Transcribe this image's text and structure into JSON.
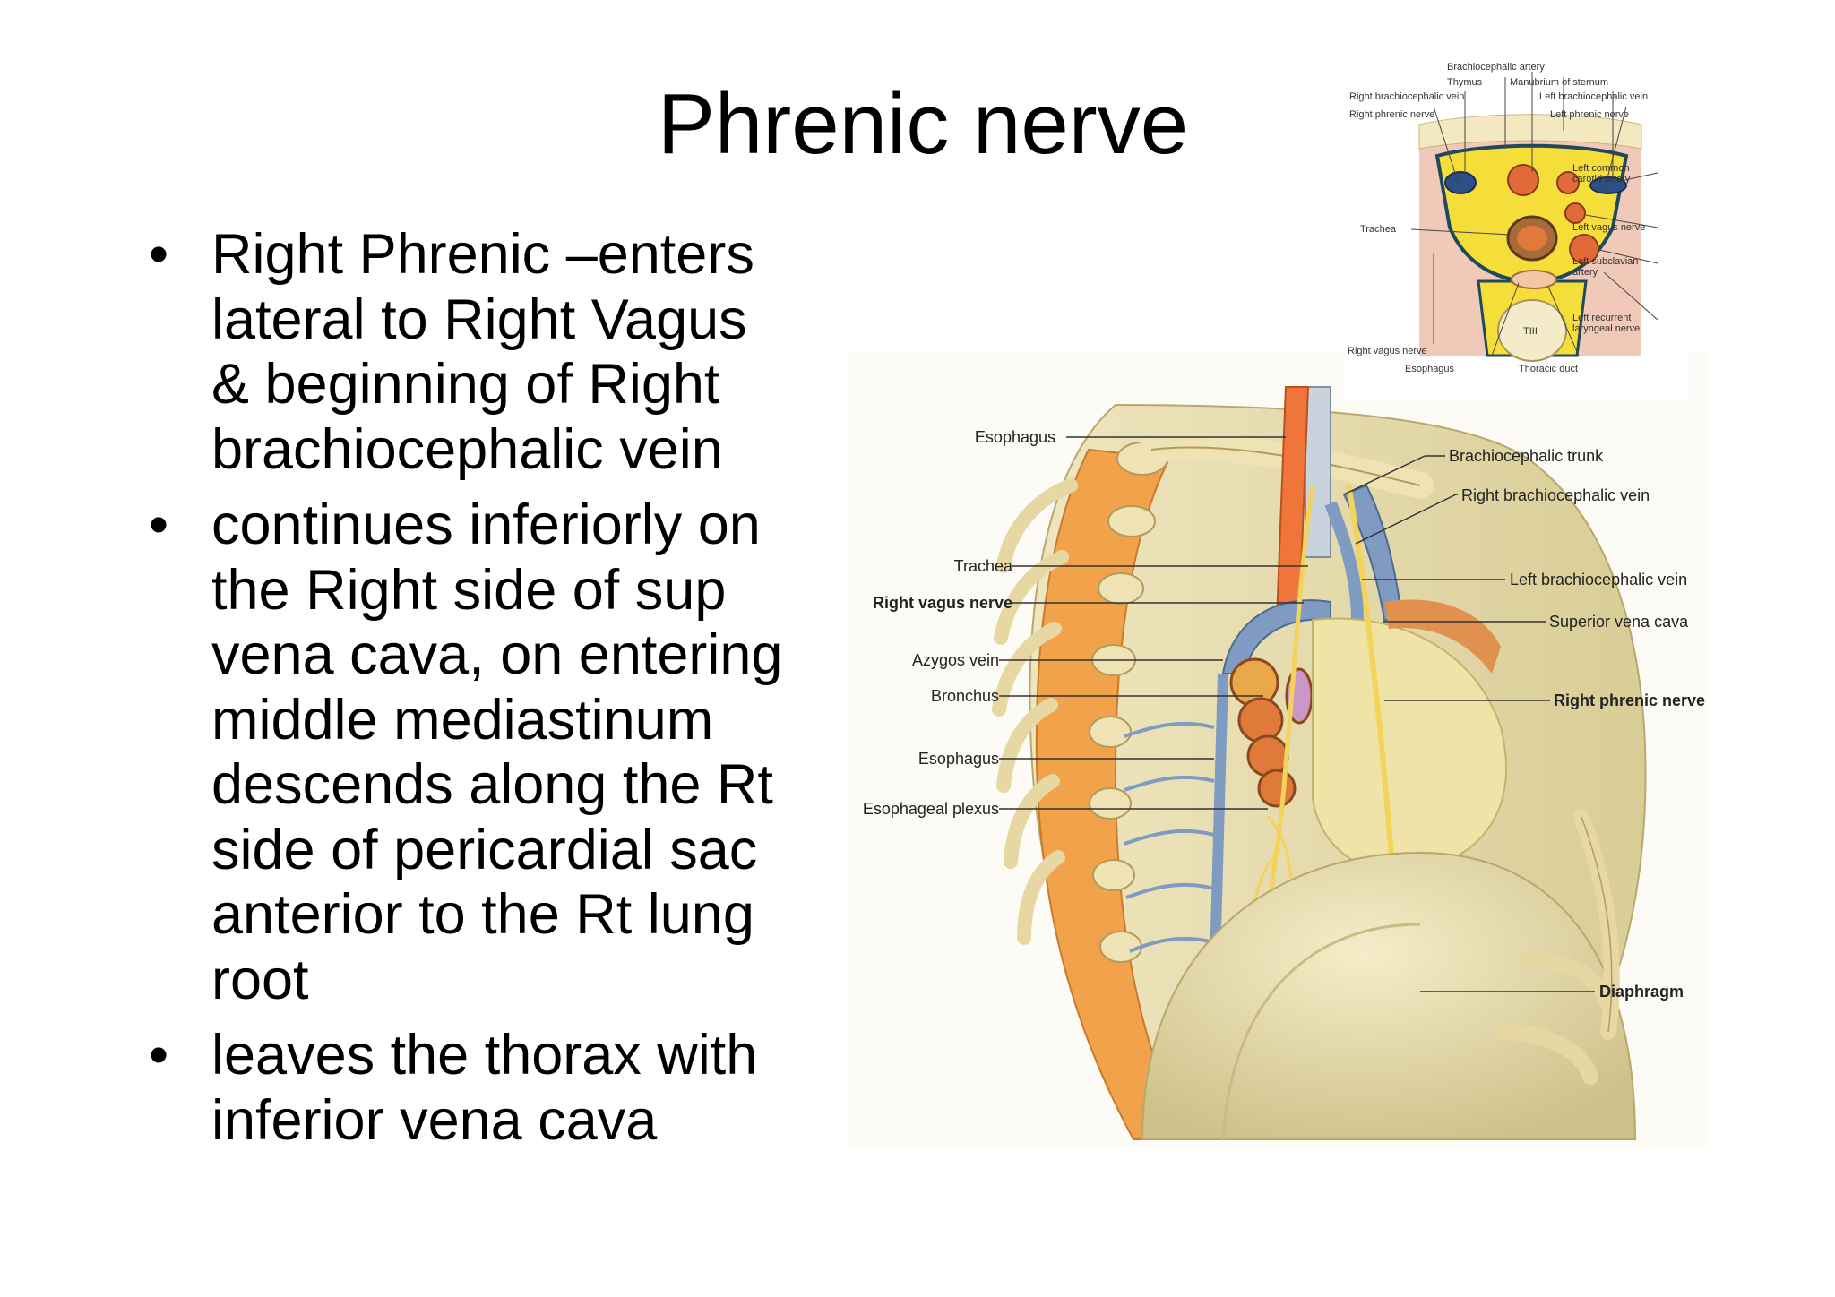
{
  "slide": {
    "title": "Phrenic nerve",
    "bullets": [
      {
        "marker": "•",
        "text": "Right Phrenic –enters\nlateral  to Right Vagus\n& beginning of Right\nbrachiocephalic vein"
      },
      {
        "marker": "•",
        "text": "continues inferiorly on\nthe Right side of sup\nvena cava, on entering\nmiddle mediastinum\ndescends along the Rt\nside of pericardial sac\nanterior to the Rt lung\nroot"
      },
      {
        "marker": "•",
        "text": " leaves the thorax with\ninferior vena cava"
      }
    ]
  },
  "main_figure": {
    "labels_left": [
      "Esophagus",
      "Trachea",
      "Right vagus nerve",
      "Azygos vein",
      "Bronchus",
      "Esophagus",
      "Esophageal plexus"
    ],
    "labels_right": [
      "Brachiocephalic trunk",
      "Right brachiocephalic vein",
      "Left brachiocephalic vein",
      "Superior vena cava",
      "Right phrenic nerve",
      "Diaphragm"
    ]
  },
  "inset_figure": {
    "labels": {
      "brachiocephalic_artery": "Brachiocephalic artery",
      "thymus": "Thymus",
      "manubrium": "Manubrium of sternum",
      "right_brachiocephalic_vein": "Right brachiocephalic vein",
      "left_brachiocephalic_vein": "Left brachiocephalic vein",
      "right_phrenic_nerve": "Right phrenic nerve",
      "left_phrenic_nerve": "Left phrenic nerve",
      "left_common_carotid": "Left common\ncarotid artery",
      "trachea": "Trachea",
      "left_vagus_nerve": "Left vagus nerve",
      "left_subclavian_artery": "Left subclavian\nartery",
      "left_recurrent_laryngeal": "Left recurrent\nlaryngeal nerve",
      "tiii": "TIII",
      "right_vagus_nerve": "Right vagus nerve",
      "esophagus": "Esophagus",
      "thoracic_duct": "Thoracic duct"
    }
  },
  "colors": {
    "muscle": "#f2a24a",
    "bone": "#efe2b4",
    "vein": "#7f9bc2",
    "nerve": "#f3d35a",
    "artery": "#e1784a",
    "diaphragm": "#e9dfae"
  }
}
